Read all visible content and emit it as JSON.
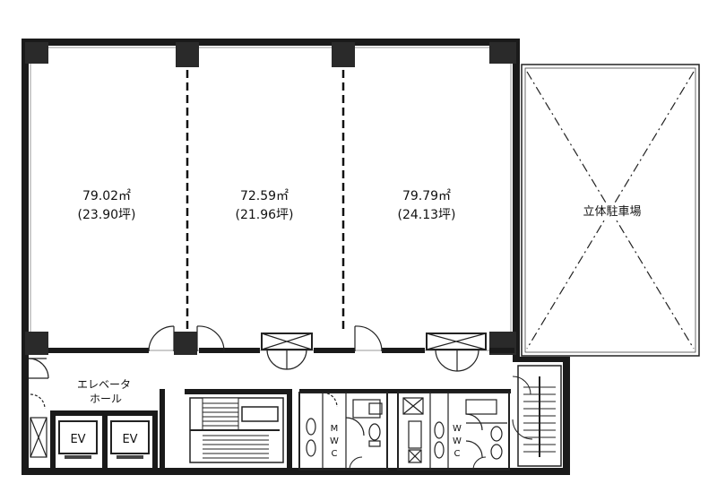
{
  "units": [
    {
      "area": "79.02㎡",
      "tsubo": "(23.90坪)"
    },
    {
      "area": "72.59㎡",
      "tsubo": "(21.96坪)"
    },
    {
      "area": "79.79㎡",
      "tsubo": "(24.13坪)"
    }
  ],
  "parking_label": "立体駐車場",
  "elevator_hall": [
    "エレベータ",
    "ホール"
  ],
  "ev_labels": [
    "EV",
    "EV"
  ],
  "mwc_letters": [
    "M",
    "W",
    "C"
  ],
  "wwc_letters": [
    "W",
    "W",
    "C"
  ]
}
